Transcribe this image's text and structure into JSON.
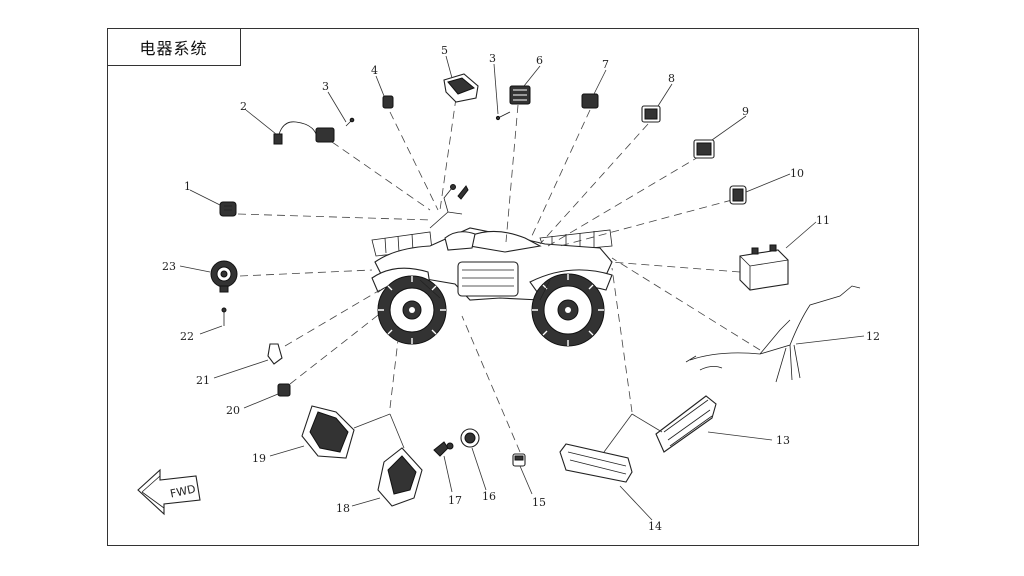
{
  "title": "电器系统",
  "fwd_label": "FWD",
  "callouts": [
    "1",
    "2",
    "3",
    "4",
    "5",
    "3",
    "6",
    "7",
    "8",
    "9",
    "10",
    "11",
    "12",
    "13",
    "14",
    "15",
    "16",
    "17",
    "18",
    "19",
    "20",
    "21",
    "22",
    "23"
  ]
}
